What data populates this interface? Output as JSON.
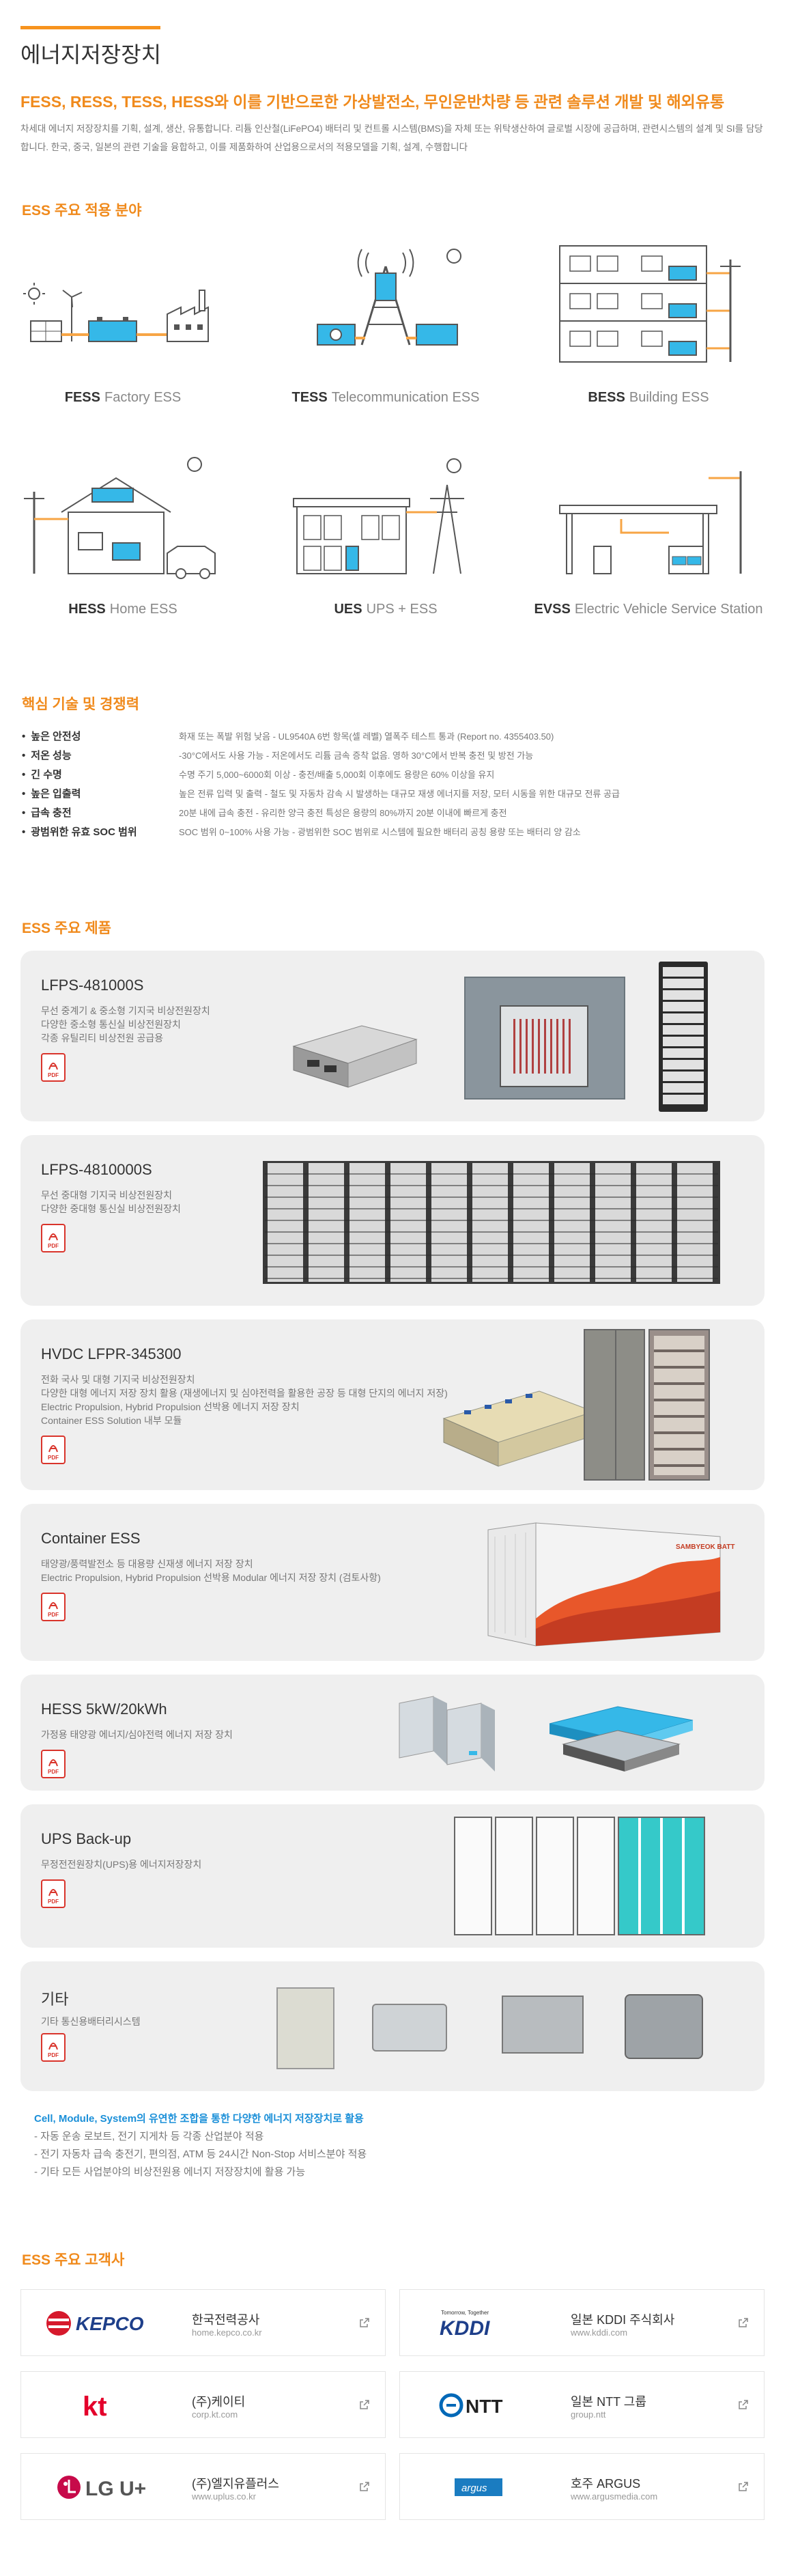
{
  "page": {
    "title": "에너지저장장치",
    "headline": "FESS, RESS, TESS, HESS와 이를 기반으로한 가상발전소, 무인운반차량 등 관련 솔루션 개발 및 해외유통",
    "intro": "차세대 에너지 저장장치를 기획, 설계, 생산, 유통합니다. 리튬 인산철(LiFePO4) 배터리 및 컨트롤 시스템(BMS)을 자체 또는 위탁생산하여 글로벌 시장에 공급하며, 관련시스템의 설계 및 SI를 담당합니다. 한국, 중국, 일본의 관련 기술을 융합하고, 이를 제품화하여 산업용으로서의 적용모델을 기획, 설계, 수행합니다"
  },
  "applications": {
    "title": "ESS 주요 적용 분야",
    "items": [
      {
        "code": "FESS",
        "name": "Factory ESS"
      },
      {
        "code": "TESS",
        "name": "Telecommunication ESS"
      },
      {
        "code": "BESS",
        "name": "Building ESS"
      },
      {
        "code": "HESS",
        "name": "Home ESS"
      },
      {
        "code": "UES",
        "name": "UPS + ESS"
      },
      {
        "code": "EVSS",
        "name": "Electric Vehicle Service Station"
      }
    ]
  },
  "tech": {
    "title": "핵심 기술 및 경쟁력",
    "items": [
      {
        "name": "높은 안전성",
        "desc": "화재 또는 폭발 위험 낮음 - UL9540A 6번 항목(셀 레벨) 열폭주 테스트 통과 (Report no. 4355403.50)"
      },
      {
        "name": "저온 성능",
        "desc": "-30°C에서도 사용 가능 - 저온에서도 리튬 금속 증착 없음. 영하 30°C에서 반복 충전 및 방전 가능"
      },
      {
        "name": "긴 수명",
        "desc": "수명 주기 5,000~6000회 이상 - 충전/배출 5,000회 이후에도 용량은 60% 이상을 유지"
      },
      {
        "name": "높은 입출력",
        "desc": "높은 전류 입력 및 출력 - 철도 및 자동차 감속 시 발생하는 대규모 재생 에너지를 저장, 모터 시동을 위한 대규모 전류 공급"
      },
      {
        "name": "급속 충전",
        "desc": "20분 내에 급속 충전 - 유리한 양극 충전 특성은 용량의 80%까지 20분 이내에 빠르게 충전"
      },
      {
        "name": "광범위한 유효 SOC 범위",
        "desc": "SOC 범위 0~100% 사용 가능 - 광범위한 SOC 범위로 시스템에 필요한 배터리 공칭 용량 또는 배터리 양 감소"
      }
    ]
  },
  "products": {
    "title": "ESS 주요 제품",
    "pdf_label": "PDF",
    "items": [
      {
        "name": "LFPS-481000S",
        "desc": [
          "무선 중계기 & 중소형 기지국 비상전원장치",
          "다양한 중소형 통신실 비상전원장치",
          "각종 유틸리티 비상전원 공급용"
        ]
      },
      {
        "name": "LFPS-4810000S",
        "desc": [
          "무선 중대형 기지국 비상전원장치",
          "다양한 중대형 통신실 비상전원장치"
        ]
      },
      {
        "name": "HVDC LFPR-345300",
        "desc": [
          "전화 국사 및 대형 기지국 비상전원장치",
          "다양한 대형 에너지 저장 장치 활용 (재생에너지 및 심야전력을 활용한 공장 등 대형 단지의 에너지 저장)",
          "Electric Propulsion, Hybrid Propulsion 선박용 에너지 저장 장치",
          "Container ESS Solution 내부 모듈"
        ]
      },
      {
        "name": "Container ESS",
        "desc": [
          "태양광/풍력발전소 등 대용량 신재생 에너지 저장 장치",
          "Electric Propulsion, Hybrid Propulsion 선박용 Modular 에너지 저장 장치 (검토사항)"
        ]
      },
      {
        "name": "HESS 5kW/20kWh",
        "desc": [
          "가정용 태양광 에너지/심야전력 에너지 저장 장치"
        ]
      },
      {
        "name": "UPS Back-up",
        "desc": [
          "무정전전원장치(UPS)용 에너지저장장치"
        ]
      },
      {
        "name": "기타",
        "desc": [
          "기타 통신용배터리시스템"
        ]
      }
    ],
    "container_brand": "SAMBYEOK BATT"
  },
  "summary": {
    "lead": "Cell, Module, System의 유연한 조합을 통한 다양한 에너지 저장장치로 활용",
    "lines": [
      "- 자동 운송 로보트, 전기 지게차 등 각종 산업분야 적용",
      "- 전기 자동차 급속 충전기, 편의점, ATM 등 24시간 Non-Stop 서비스분야 적용",
      "- 기타 모든 사업분야의 비상전원용 에너지 저장장치에 활용 가능"
    ]
  },
  "customers": {
    "title": "ESS 주요 고객사",
    "items": [
      {
        "logo": "KEPCO",
        "name": "한국전력공사",
        "url": "home.kepco.co.kr"
      },
      {
        "logo": "KDDI",
        "logo_tag": "Tomorrow, Together",
        "name": "일본 KDDI 주식회사",
        "url": "www.kddi.com"
      },
      {
        "logo": "kt",
        "name": "(주)케이티",
        "url": "corp.kt.com"
      },
      {
        "logo": "NTT",
        "name": "일본 NTT 그룹",
        "url": "group.ntt"
      },
      {
        "logo": "LG U+",
        "name": "(주)엘지유플러스",
        "url": "www.uplus.co.kr"
      },
      {
        "logo": "argus",
        "name": "호주 ARGUS",
        "url": "www.argusmedia.com"
      }
    ]
  },
  "colors": {
    "accent": "#f08a1c",
    "blue": "#1a8fd8",
    "battery": "#35b8e8",
    "card": "#efefef",
    "pdf": "#d9342b"
  }
}
